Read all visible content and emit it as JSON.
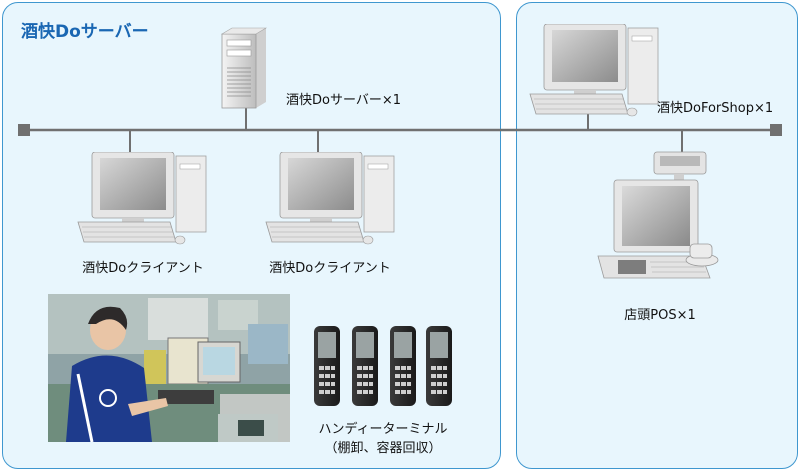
{
  "title": "酒快Doサーバー",
  "server_label": "酒快Doサーバー×1",
  "client1_label": "酒快Doクライアント",
  "client2_label": "酒快Doクライアント",
  "shop_label": "酒快DoForShop×1",
  "pos_label": "店頭POS×1",
  "handy_label_line1": "ハンディーターミナル",
  "handy_label_line2": "（棚卸、容器回収）",
  "colors": {
    "panel_fill": "#e8f6fd",
    "panel_border": "#3f97cf",
    "title": "#1a67b3",
    "network_line": "#707070"
  }
}
